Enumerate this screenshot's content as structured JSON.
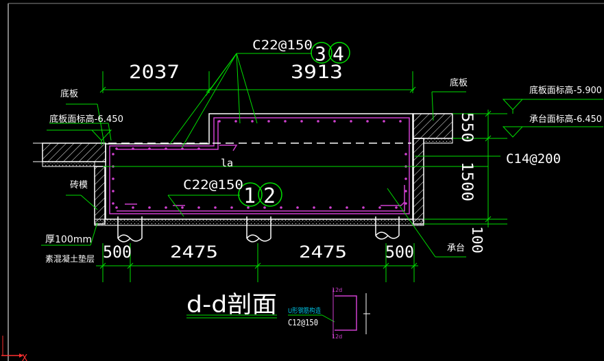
{
  "colors": {
    "background": "#000000",
    "outline": "#ffffff",
    "dimension": "#00e000",
    "rebar": "#d040d0",
    "text": "#ffffff",
    "cyan": "#00c0e0"
  },
  "rebar_top": {
    "label": "C22@150",
    "circle_a": "3",
    "circle_b": "4"
  },
  "rebar_bottom": {
    "label": "C22@150",
    "circle_a": "1",
    "circle_b": "2"
  },
  "dims_top": {
    "left": "2037",
    "right": "3913"
  },
  "dims_bottom": {
    "d1": "500",
    "d2": "2475",
    "d3": "2475",
    "d4": "500"
  },
  "dims_right": {
    "d1": "550",
    "d2": "1500",
    "d3": "100"
  },
  "labels": {
    "floor_left": "底板",
    "floor_right": "底板",
    "elev_left": "底板面标高-6.450",
    "elev_right_top": "底板面标高-5.900",
    "elev_right_bottom": "承台面标高-6.450",
    "side_rebar": "C14@200",
    "la": "la",
    "brick_mold": "砖模",
    "cushion_line1": "厚100mm",
    "cushion_line2": "素混凝土垫层",
    "cap": "承台",
    "section_title": "d-d剖面",
    "detail_title": "U形钢筋构造",
    "detail_rebar": "C12@150",
    "detail_dim_top": "12d",
    "detail_dim_bottom": "12d",
    "axis_x": "X"
  }
}
